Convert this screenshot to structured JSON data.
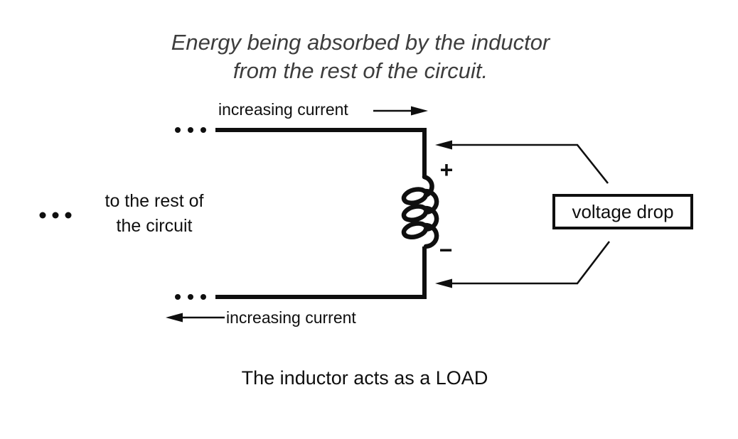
{
  "title": {
    "line1": "Energy being absorbed by the inductor",
    "line2": "from the rest of the circuit."
  },
  "circuit": {
    "top_wire_label": "increasing current",
    "bottom_wire_label": "increasing current",
    "left_label_line1": "to the rest of",
    "left_label_line2": "the circuit",
    "inductor": {
      "positive_terminal": "+",
      "negative_terminal": "−"
    },
    "voltage_drop_label": "voltage drop"
  },
  "caption": "The inductor acts as a LOAD",
  "icons": {
    "top_current_arrow": "arrow-right",
    "bottom_current_arrow": "arrow-left",
    "voltage_drop_pointer_top": "arrow-left",
    "voltage_drop_pointer_bottom": "arrow-left",
    "continuation_dots_top": "ellipsis",
    "continuation_dots_left": "ellipsis",
    "continuation_dots_bottom": "ellipsis"
  },
  "colors": {
    "ink": "#0f0f0f",
    "title_ink": "#3d3d3d",
    "background": "#ffffff"
  }
}
